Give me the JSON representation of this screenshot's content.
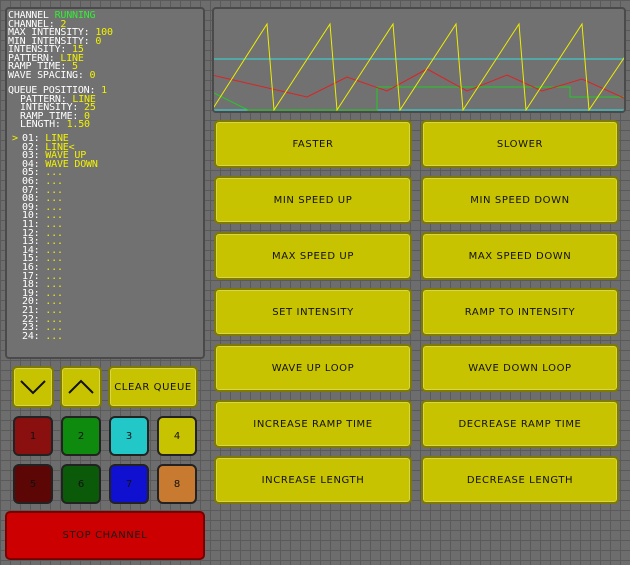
{
  "status": [
    {
      "label": "CHANNEL",
      "value": "RUNNING",
      "value_color": "green"
    },
    {
      "label": "CHANNEL:",
      "value": "2"
    },
    {
      "label": "MAX INTENSITY:",
      "value": "100"
    },
    {
      "label": "MIN INTENSITY:",
      "value": "0"
    },
    {
      "label": "INTENSITY:",
      "value": "15"
    },
    {
      "label": "PATTERN:",
      "value": "LINE"
    },
    {
      "label": "RAMP TIME:",
      "value": "5"
    },
    {
      "label": "WAVE SPACING:",
      "value": "0"
    }
  ],
  "queue_position": {
    "label": "QUEUE POSITION:",
    "value": "1"
  },
  "queue_details": [
    {
      "label": "PATTERN:",
      "value": "LINE"
    },
    {
      "label": "INTENSITY:",
      "value": "25"
    },
    {
      "label": "RAMP TIME:",
      "value": "0"
    },
    {
      "label": "LENGTH:",
      "value": "1.50"
    }
  ],
  "queue_cursor": ">",
  "queue": [
    {
      "num": "01:",
      "text": "LINE"
    },
    {
      "num": "02:",
      "text": "LINE<"
    },
    {
      "num": "03:",
      "text": "WAVE UP"
    },
    {
      "num": "04:",
      "text": "WAVE DOWN"
    },
    {
      "num": "05:",
      "text": "..."
    },
    {
      "num": "06:",
      "text": "..."
    },
    {
      "num": "07:",
      "text": "..."
    },
    {
      "num": "08:",
      "text": "..."
    },
    {
      "num": "09:",
      "text": "..."
    },
    {
      "num": "10:",
      "text": "..."
    },
    {
      "num": "11:",
      "text": "..."
    },
    {
      "num": "12:",
      "text": "..."
    },
    {
      "num": "13:",
      "text": "..."
    },
    {
      "num": "14:",
      "text": "..."
    },
    {
      "num": "15:",
      "text": "..."
    },
    {
      "num": "16:",
      "text": "..."
    },
    {
      "num": "17:",
      "text": "..."
    },
    {
      "num": "18:",
      "text": "..."
    },
    {
      "num": "19:",
      "text": "..."
    },
    {
      "num": "20:",
      "text": "..."
    },
    {
      "num": "21:",
      "text": "..."
    },
    {
      "num": "22:",
      "text": "..."
    },
    {
      "num": "23:",
      "text": "..."
    },
    {
      "num": "24:",
      "text": "..."
    }
  ],
  "controls": {
    "clear_queue": "CLEAR QUEUE",
    "stop_channel": "STOP CHANNEL",
    "channel_buttons": [
      {
        "label": "1",
        "color": "#8a0f0f"
      },
      {
        "label": "2",
        "color": "#0e8a0e"
      },
      {
        "label": "3",
        "color": "#22c8c8"
      },
      {
        "label": "4",
        "color": "#c8c300"
      },
      {
        "label": "5",
        "color": "#5c0606"
      },
      {
        "label": "6",
        "color": "#0a5a0a"
      },
      {
        "label": "7",
        "color": "#1010d0"
      },
      {
        "label": "8",
        "color": "#c87a30"
      }
    ]
  },
  "actions": {
    "faster": "FASTER",
    "slower": "SLOWER",
    "min_speed_up": "MIN SPEED UP",
    "min_speed_down": "MIN SPEED DOWN",
    "max_speed_up": "MAX SPEED UP",
    "max_speed_down": "MAX SPEED DOWN",
    "set_intensity": "SET INTENSITY",
    "ramp_to_intensity": "RAMP TO INTENSITY",
    "wave_up_loop": "WAVE UP LOOP",
    "wave_down_loop": "WAVE DOWN LOOP",
    "increase_ramp_time": "INCREASE RAMP TIME",
    "decrease_ramp_time": "DECREASE RAMP TIME",
    "increase_length": "INCREASE LENGTH",
    "decrease_length": "DECREASE LENGTH"
  },
  "colors": {
    "label": "#ffffff",
    "value": "#f2f200",
    "running": "#33ee33",
    "button": "#c8c300",
    "stop": "#cc0000",
    "scope_cyan": "#33dddd",
    "scope_yellow": "#eeee00",
    "scope_red": "#dd2222",
    "scope_green": "#22cc22"
  }
}
